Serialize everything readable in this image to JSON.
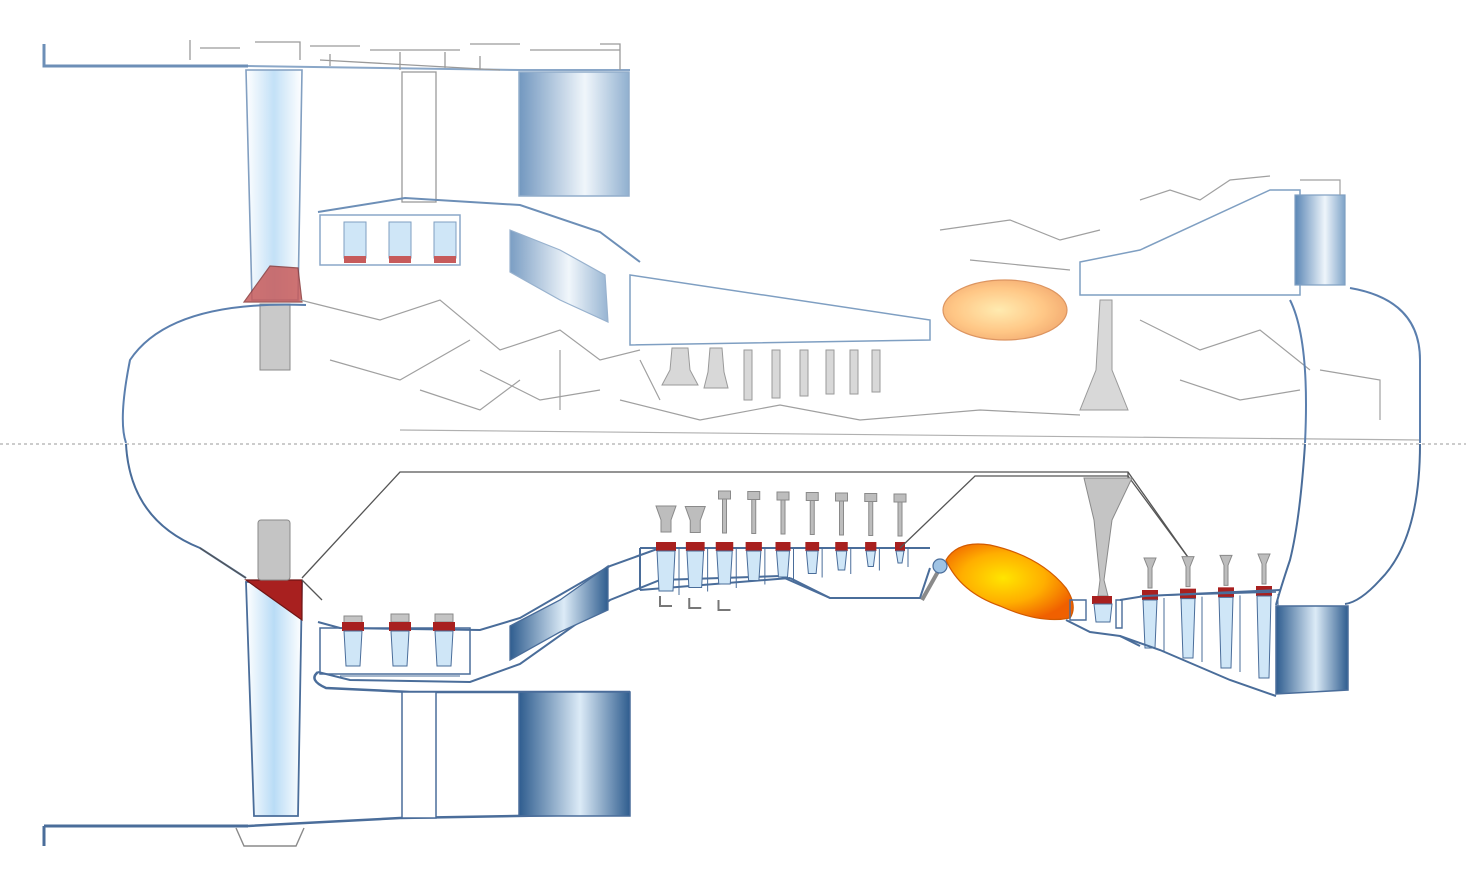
{
  "diagram": {
    "kind": "turbofan-engine-cross-section",
    "labels": [],
    "colors": {
      "outline": "#4a6d9a",
      "casing_line": "#5b7fae",
      "blade_fill_light": "#cfe6f7",
      "blade_fill_mid": "#9fc3e4",
      "duct_dark": "#2f5d8f",
      "disk_gray": "#bdbdbd",
      "hub_red": "#a8201f",
      "combustor_inner": "#ffd400",
      "combustor_outer": "#f06a00",
      "schematic_gray": "#9a9a9a",
      "centerline": "#9a9a9a"
    },
    "components": {
      "fan_blade_count": 1,
      "booster_stages": 3,
      "hp_compressor_stages": 9,
      "hp_turbine_stages": 1,
      "lp_turbine_stages": 4,
      "outlet_guide_vanes": 1,
      "combustor_count": 1
    }
  }
}
